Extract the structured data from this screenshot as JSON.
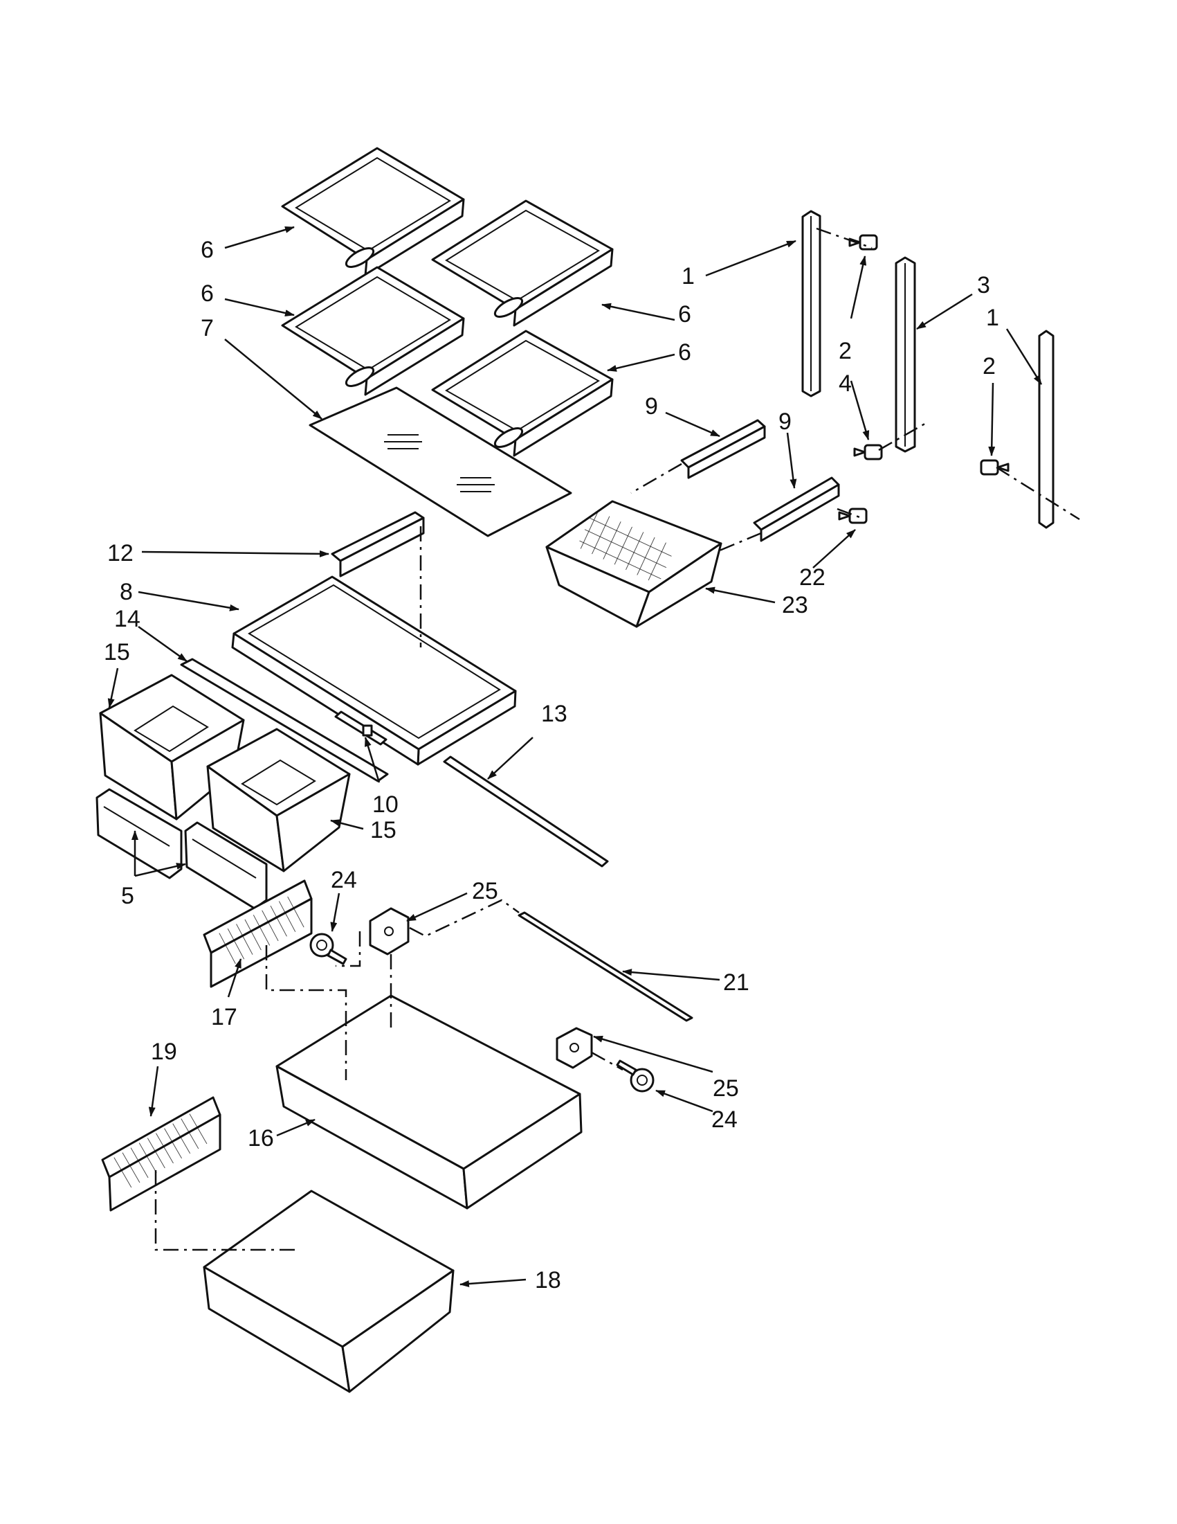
{
  "callouts": {
    "c1": "1",
    "c2": "2",
    "c3": "3",
    "c4": "4",
    "c5": "5",
    "c6": "6",
    "c7": "7",
    "c8": "8",
    "c9": "9",
    "c10": "10",
    "c12": "12",
    "c13": "13",
    "c14": "14",
    "c15": "15",
    "c16": "16",
    "c17": "17",
    "c18": "18",
    "c19": "19",
    "c21": "21",
    "c22": "22",
    "c23": "23",
    "c24": "24",
    "c25": "25"
  },
  "colors": {
    "line": "#111111",
    "background": "#ffffff"
  }
}
